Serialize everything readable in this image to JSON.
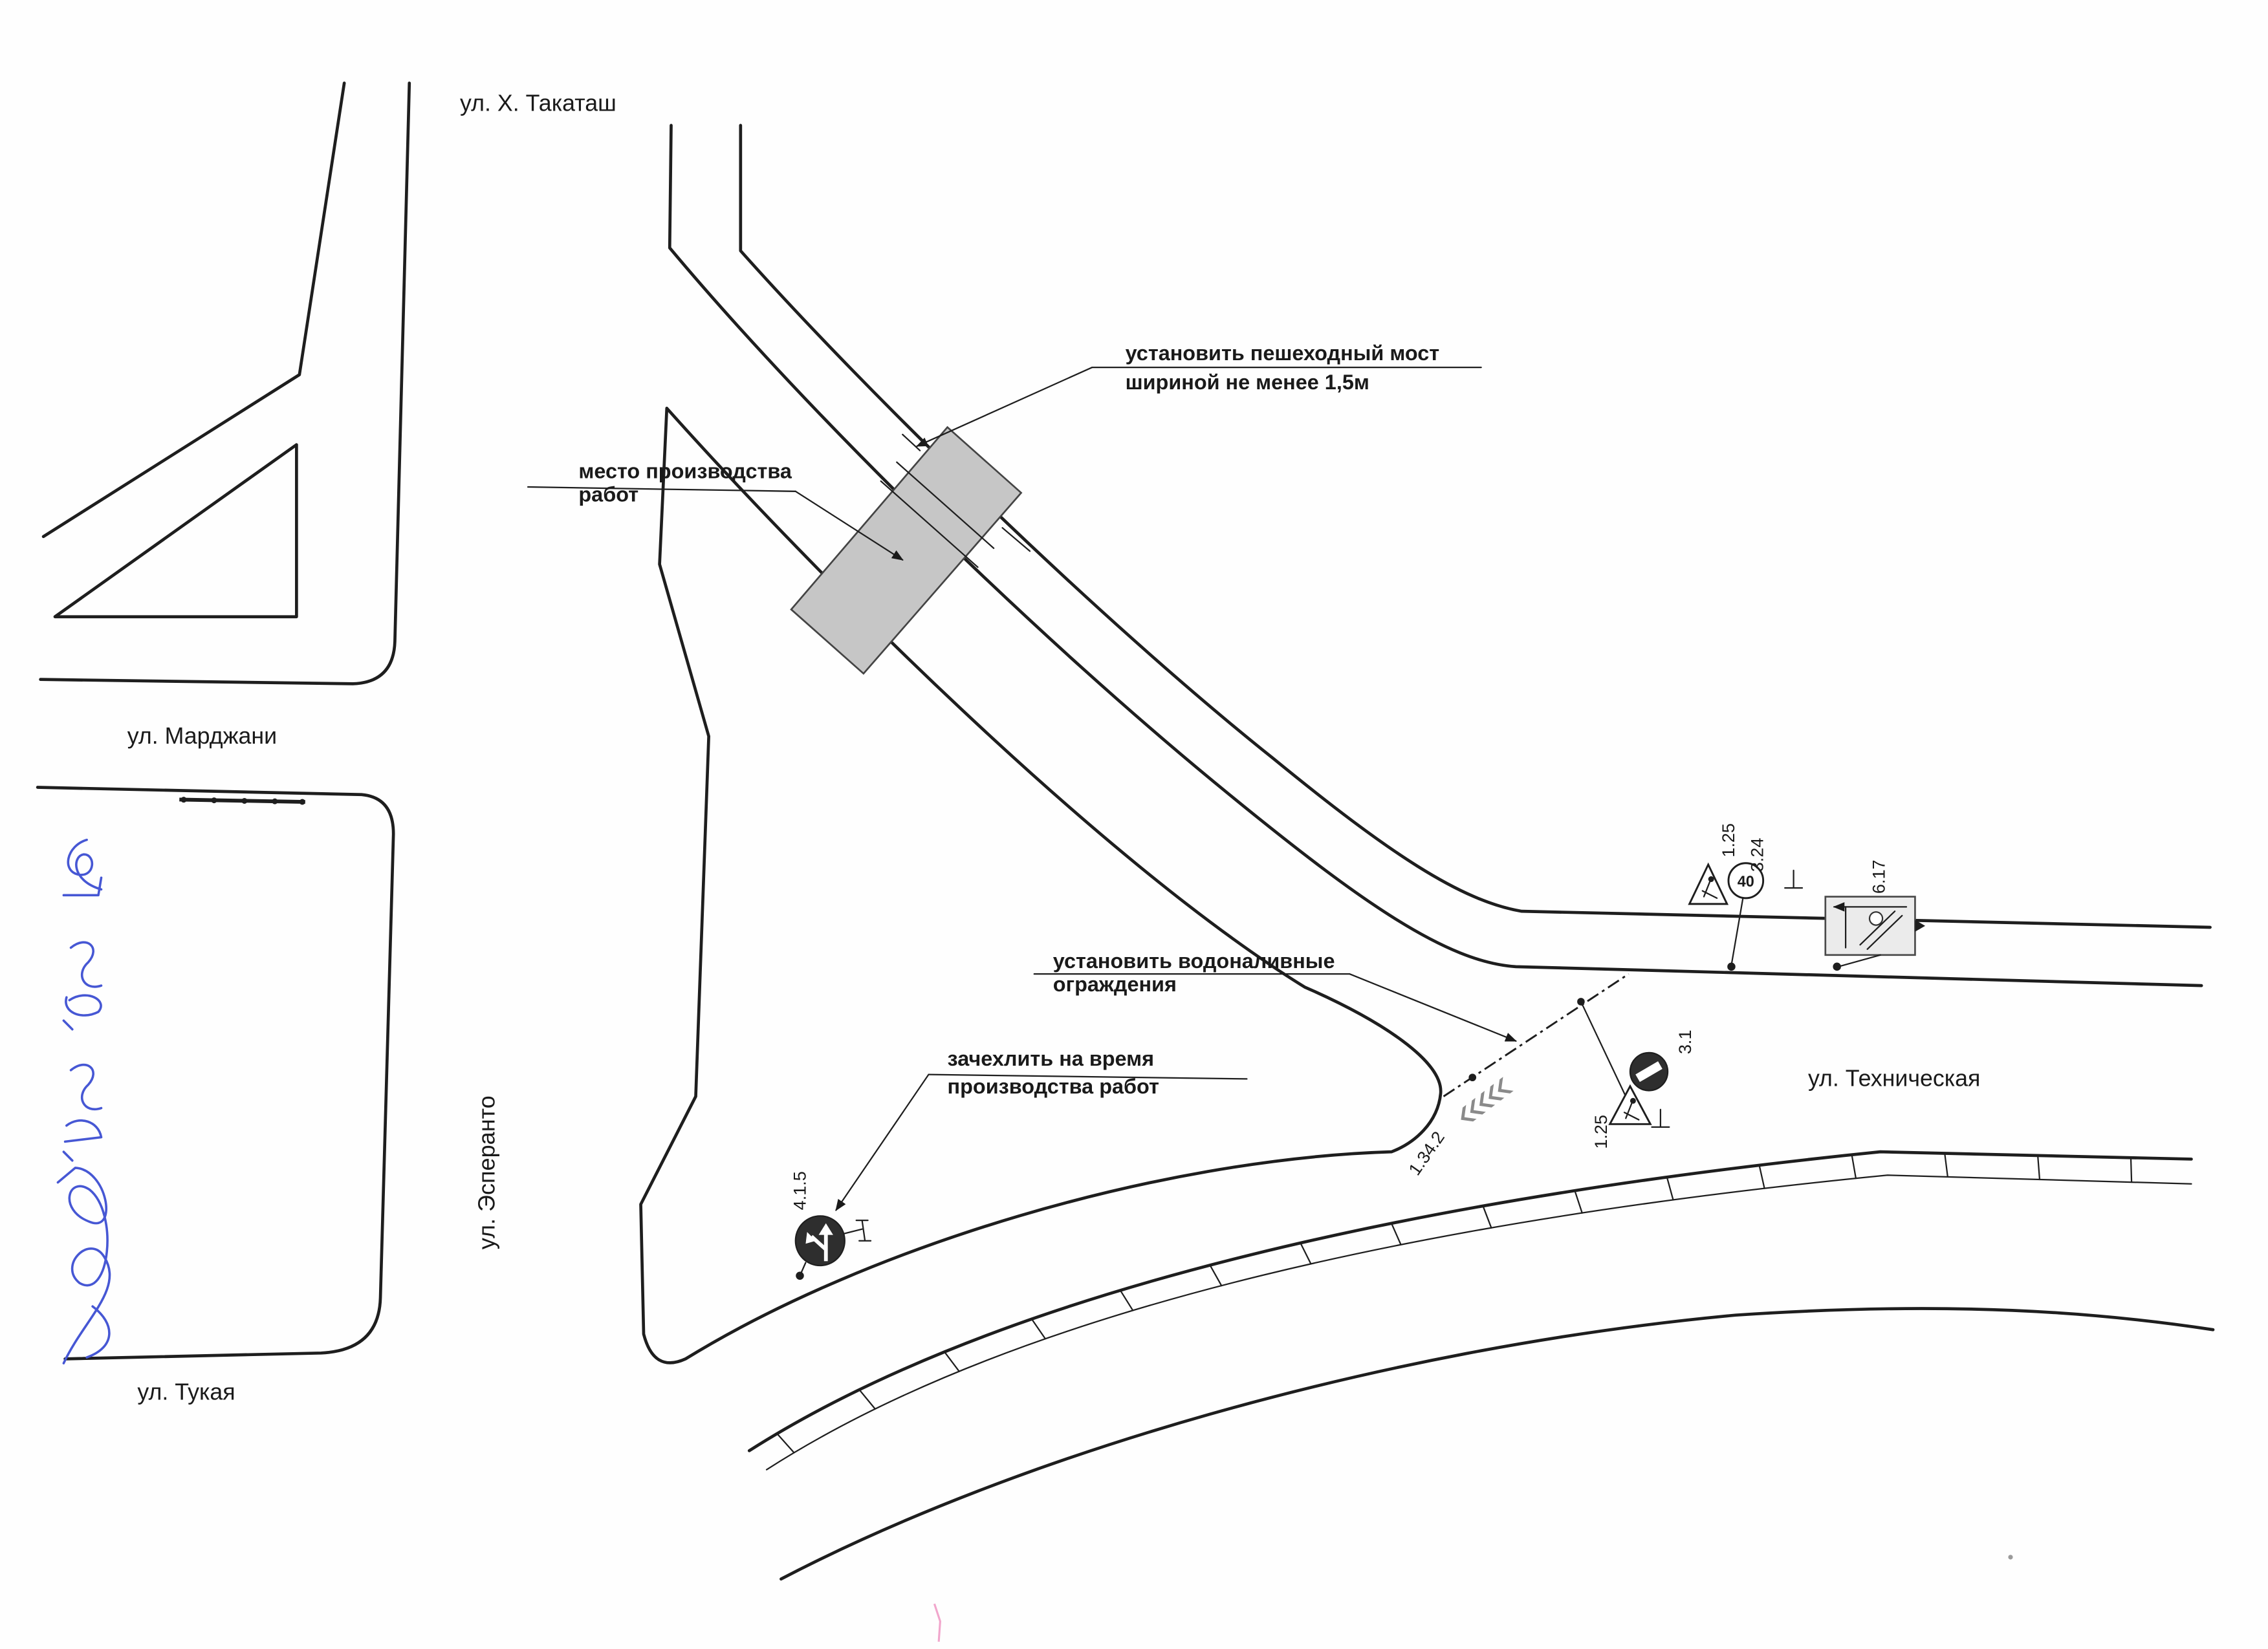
{
  "streets": {
    "takatash": "ул. Х. Такаташ",
    "mardzhani": "ул. Марджани",
    "tukaya": "ул. Тукая",
    "esperanto": "ул. Эсперанто",
    "tekhnicheskaya": "ул. Техническая"
  },
  "annotations": {
    "bridge": {
      "line1": "установить пешеходный мост",
      "line2": "шириной не менее 1,5м"
    },
    "work_site": {
      "line1": "место производства",
      "line2": "работ"
    },
    "barriers": {
      "line1": "установить водоналивные",
      "line2": "ограждения"
    },
    "cover_sign": {
      "line1": "зачехлить на время",
      "line2": "производства работ"
    }
  },
  "signs": {
    "road_works_east": {
      "code": "1.25"
    },
    "speed_limit": {
      "code": "3.24",
      "value": "40"
    },
    "detour_scheme": {
      "code": "6.17"
    },
    "no_entry": {
      "code": "3.1"
    },
    "road_works_west": {
      "code": "1.25"
    },
    "chevron_board": {
      "code": "1.34.2"
    },
    "direction_sign": {
      "code": "4.1.5"
    }
  },
  "colors": {
    "line": "#1e1e1e",
    "work_area": "#c6c6c6",
    "sign_dark": "#2e2e2e",
    "signature_ink": "#4657d4",
    "page": "#fefefe",
    "chevron": "#8a8a8a"
  }
}
